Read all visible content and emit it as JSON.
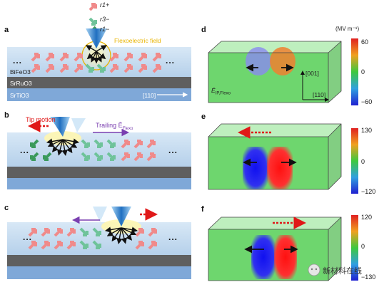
{
  "legend": {
    "items": [
      {
        "label": "r1+",
        "color": "#f08a8a"
      },
      {
        "label": "r3−",
        "color": "#6fc39a"
      },
      {
        "label": "r1−",
        "color": "#3a9a5c"
      }
    ]
  },
  "panels": {
    "a": {
      "label": "a",
      "field_label": "Flexoelectric field",
      "layer1": "BiFeO3",
      "layer2": "SrRuO3",
      "layer3": "SrTiO3",
      "direction": "[110]",
      "ellipsis": "..."
    },
    "b": {
      "label": "b",
      "tip_motion": "Tip motion",
      "trailing": "Trailing Ē",
      "trailing_sub": "Flexo",
      "ellipsis": "..."
    },
    "c": {
      "label": "c",
      "ellipsis": "..."
    },
    "d": {
      "label": "d",
      "colorbar_unit": "(MV m⁻¹)",
      "ticks": [
        "60",
        "0",
        "−60"
      ],
      "axis_001": "[001]",
      "axis_110": "[110]",
      "field_label": "Ē",
      "field_sub": "IP,Flexo"
    },
    "e": {
      "label": "e",
      "ticks": [
        "130",
        "0",
        "−120"
      ]
    },
    "f": {
      "label": "f",
      "ticks": [
        "120",
        "0",
        "−130"
      ]
    }
  },
  "watermark": {
    "text": "新材料在线"
  },
  "colors": {
    "bfo_top": "#cfe2f3",
    "bfo_bottom": "#a9c8e6",
    "sro": "#5f5f5f",
    "sto": "#7fa8d8",
    "tip": "#3a7fc8",
    "sim_green": "#3ec83e",
    "red": "#e82020",
    "blue": "#2020e0"
  }
}
